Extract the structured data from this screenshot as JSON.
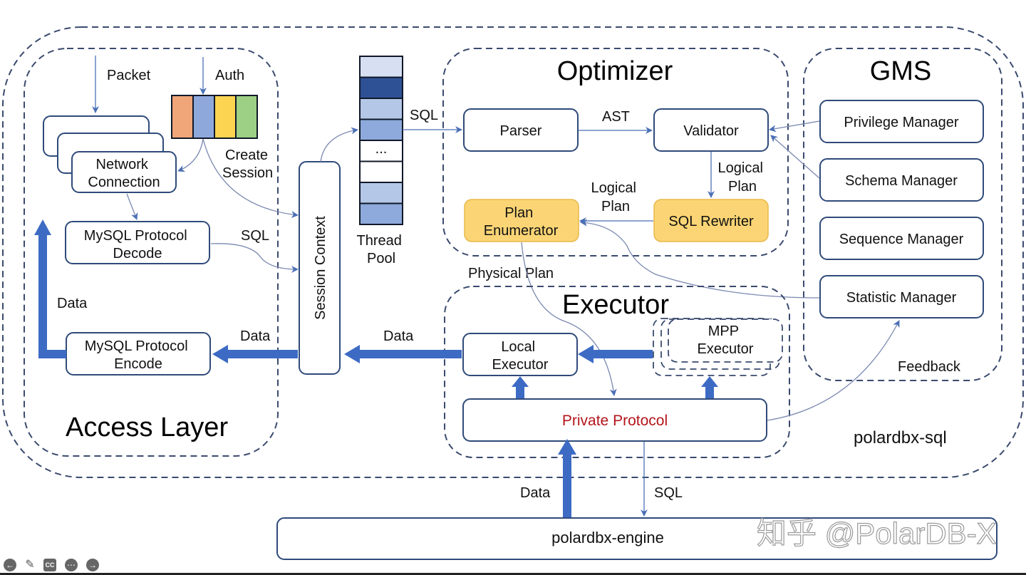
{
  "outer_label": "polardbx-sql",
  "access_layer": {
    "title": "Access Layer",
    "packet_label": "Packet",
    "auth_label": "Auth",
    "auth_colors": [
      "#f0a679",
      "#8fa8dc",
      "#fcd452",
      "#9dcf84"
    ],
    "network_connection": "Network\nConnection",
    "create_session": "Create\nSession",
    "decode": "MySQL Protocol\nDecode",
    "encode": "MySQL Protocol\nEncode",
    "sql_label": "SQL",
    "data_label_left": "Data",
    "data_label_mid": "Data"
  },
  "session_context": "Session Context",
  "thread_pool": {
    "label": "Thread\nPool",
    "cells": [
      "#d6e0f2",
      "#2e5196",
      "#b4c7e7",
      "#8ea9db",
      "...",
      "",
      "#b4c7e7",
      "#8ea9db"
    ],
    "sql_label": "SQL"
  },
  "optimizer": {
    "title": "Optimizer",
    "parser": "Parser",
    "ast_label": "AST",
    "validator": "Validator",
    "logical_plan_1": "Logical\nPlan",
    "sql_rewriter": "SQL Rewriter",
    "logical_plan_2": "Logical\nPlan",
    "plan_enumerator": "Plan\nEnumerator"
  },
  "physical_plan_label": "Physical Plan",
  "executor": {
    "title": "Executor",
    "local_executor": "Local\nExecutor",
    "mpp_executor": "MPP\nExecutor",
    "private_protocol": "Private Protocol",
    "data_label": "Data"
  },
  "gms": {
    "title": "GMS",
    "managers": [
      "Privilege Manager",
      "Schema Manager",
      "Sequence Manager",
      "Statistic Manager"
    ],
    "feedback_label": "Feedback"
  },
  "engine": {
    "label": "polardbx-engine",
    "data_label": "Data",
    "sql_label": "SQL"
  },
  "watermark": "知乎 @PolarDB-X",
  "player_controls": [
    "prev-icon",
    "pen-icon",
    "cc-icon",
    "more-icon",
    "next-icon"
  ],
  "cc_text": "CC"
}
